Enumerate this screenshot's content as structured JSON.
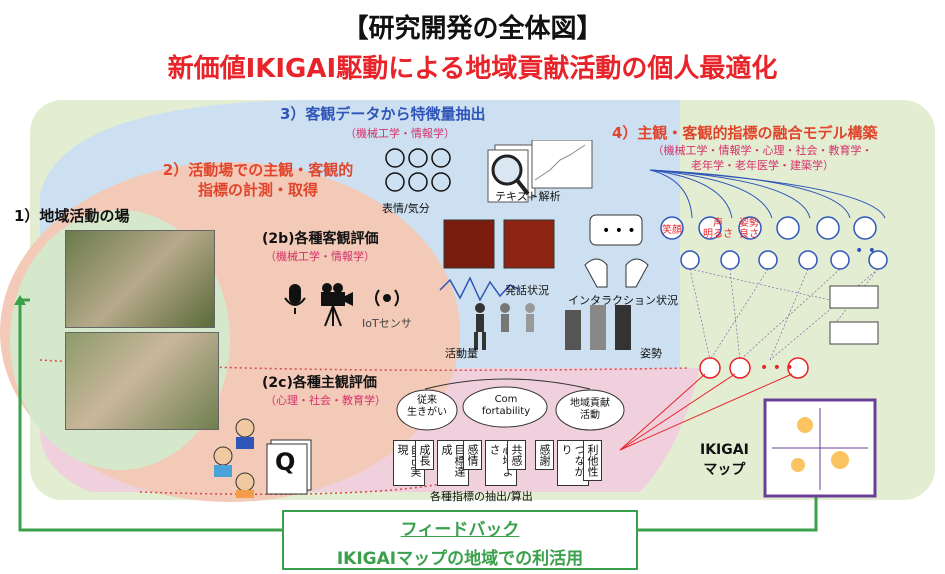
{
  "header": {
    "title": "【研究開発の全体図】",
    "subtitle": "新価値IKIGAI駆動による地域貢献活動の個人最適化"
  },
  "sections": {
    "s1": {
      "label": "1）地域活動の場"
    },
    "s2": {
      "label_line1": "2）活動場での主観・客観的",
      "label_line2": "指標の計測・取得"
    },
    "s2b": {
      "label": "(2b)各種客観評価",
      "fields": "（機械工学・情報学）",
      "iot": "IoTセンサ"
    },
    "s2c": {
      "label": "(2c)各種主観評価",
      "fields": "（心理・社会・教育学）",
      "q": "Q"
    },
    "s3": {
      "label": "3）客観データから特徴量抽出",
      "fields": "（機械工学・情報学）",
      "text_analysis": "テキスト解析",
      "emotion": "表情/気分",
      "speech": "発話状況",
      "interaction": "インタラクション状況",
      "activity": "活動量",
      "posture": "姿勢"
    },
    "s4": {
      "label": "4）主観・客観的指標の融合モデル構築",
      "fields_line1": "（機械工学・情報学・心理・社会・教育学・",
      "fields_line2": "老年学・老年医学・建築学）",
      "node_smile": "笑顔",
      "node_voice": "声",
      "node_voice2": "明るさ",
      "node_posture": "姿勢",
      "node_posture2": "良さ",
      "ikigai": "IKIGAI",
      "map": "マップ"
    }
  },
  "concepts": {
    "c1_line1": "従来",
    "c1_line2": "生きがい",
    "c2_line1": "Com",
    "c2_line2": "fortability",
    "c3_line1": "地域貢献",
    "c3_line2": "活動",
    "dots": "…"
  },
  "indicators": [
    "自己実現",
    "成長",
    "目標達成",
    "感情",
    "心地よさ",
    "共感",
    "感謝",
    "つながり",
    "利他性"
  ],
  "indicators_caption": "各種指標の抽出/算出",
  "feedback": {
    "line1": "フィードバック",
    "line2": "IKIGAIマップの地域での利活用"
  },
  "colors": {
    "title_red": "#e8242a",
    "heading_blue": "#2f55b8",
    "field_pink": "#d6306a",
    "feedback_green": "#3aa04b"
  }
}
